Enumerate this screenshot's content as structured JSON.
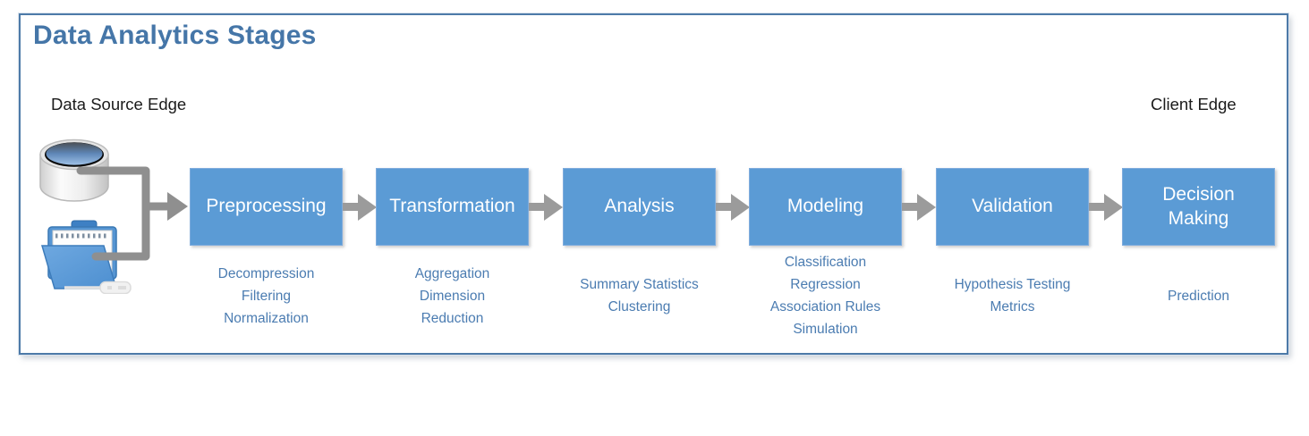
{
  "title": "Data Analytics Stages",
  "edges": {
    "left_label": "Data Source Edge",
    "right_label": "Client Edge"
  },
  "icons": {
    "database": "database-icon",
    "folder": "folder-documents-icon"
  },
  "colors": {
    "stage_box_fill": "#5b9bd5",
    "stage_text": "#ffffff",
    "title_blue": "#4576a8",
    "technique_blue": "#4b7cb1",
    "connector_gray": "#8f8f8f",
    "arrow_gray": "#9b9b9b",
    "frame_border": "#4d7aa8"
  },
  "stages": [
    {
      "label": "Preprocessing",
      "techniques": [
        "Decompression",
        "Filtering",
        "Normalization"
      ]
    },
    {
      "label": "Transformation",
      "techniques": [
        "Aggregation",
        "Dimension",
        "Reduction"
      ]
    },
    {
      "label": "Analysis",
      "techniques": [
        "Summary Statistics",
        "Clustering"
      ]
    },
    {
      "label": "Modeling",
      "techniques": [
        "Classification",
        "Regression",
        "Association Rules",
        "Simulation"
      ]
    },
    {
      "label": "Validation",
      "techniques": [
        "Hypothesis Testing",
        "Metrics"
      ]
    },
    {
      "label": "Decision Making",
      "techniques": [
        "Prediction"
      ]
    }
  ]
}
